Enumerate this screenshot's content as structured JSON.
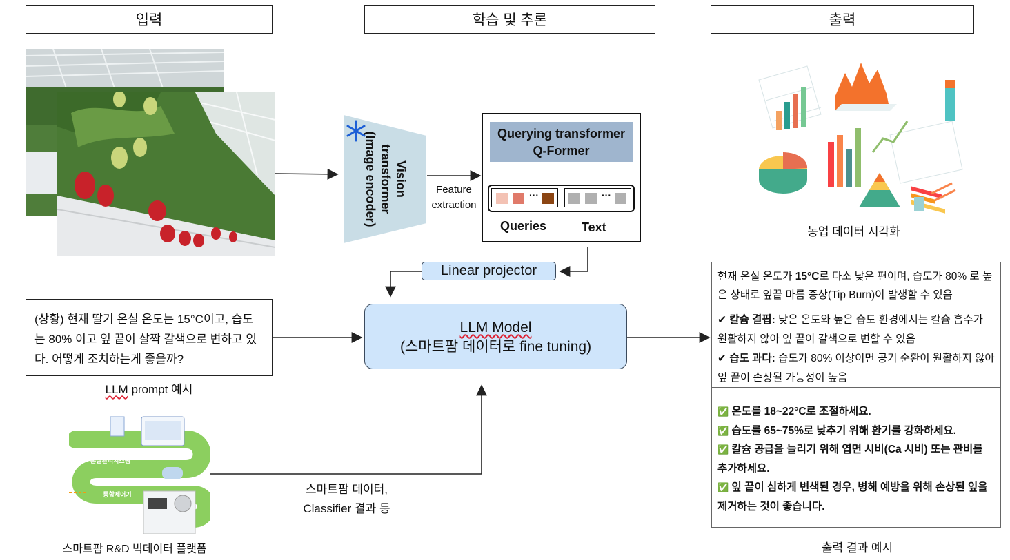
{
  "headers": {
    "input": "입력",
    "training": "학습 및 추론",
    "output": "출력"
  },
  "encoder": {
    "label_line1": "Vision",
    "label_line2": "transformer",
    "label_line3": "(Image encoder)",
    "frozen_icon": "snowflake-icon"
  },
  "feature_extraction": {
    "line1": "Feature",
    "line2": "extraction"
  },
  "qformer": {
    "title_line1": "Querying transformer",
    "title_line2": "Q-Former",
    "queries_label": "Queries",
    "text_label": "Text",
    "dots": "···"
  },
  "linear_projector": "Linear projector",
  "llm": {
    "line1": "LLM Model",
    "line2": "(스마트팜 데이터로 fine tuning)"
  },
  "prompt": {
    "text": "(상황) 현재 딸기 온실 온도는 15°C이고, 습도는 80% 이고 잎 끝이 살짝 갈색으로 변하고 있다. 어떻게 조치하는게 좋을까?",
    "caption_llm": "LLM",
    "caption_rest": " prompt 예시"
  },
  "platform": {
    "caption": "스마트팜 R&D 빅데이터 플랫폼",
    "label_system": "스마트\n온실관리시스템",
    "label_controller": "통합제어기"
  },
  "data_flow": {
    "line1": "스마트팜 데이터,",
    "line2": "Classifier 결과 등"
  },
  "visualization_caption": "농업 데이터 시각화",
  "output": {
    "section1": {
      "pre": "현재 온실 온도가 ",
      "bold": "15°C",
      "post": "로 다소 낮은 편이며, 습도가 80% 로 높은 상태로 잎끝 마름 증상(Tip Burn)이 발생할 수 있음"
    },
    "section2": [
      {
        "mark": "✔",
        "title": "칼슘 결핍:",
        "text": " 낮은 온도와 높은 습도 환경에서는 칼슘 흡수가 원활하지 않아 잎 끝이 갈색으로 변할 수 있음"
      },
      {
        "mark": "✔",
        "title": "습도 과다:",
        "text": " 습도가 80% 이상이면 공기 순환이 원활하지 않아 잎 끝이 손상될 가능성이 높음"
      }
    ],
    "section3": [
      {
        "mark": "✅",
        "text": "온도를 18~22°C로 조절하세요."
      },
      {
        "mark": "✅",
        "text": "습도를 65~75%로 낮추기 위해 환기를 강화하세요."
      },
      {
        "mark": "✅",
        "text": "칼슘 공급을 늘리기 위해 엽면 시비(Ca 시비) 또는 관비를 추가하세요."
      },
      {
        "mark": "✅",
        "text": "잎 끝이 심하게 변색된 경우, 병해 예방을 위해 손상된 잎을 제거하는 것이 좋습니다."
      }
    ],
    "caption": "출력 결과 예시"
  },
  "colors": {
    "llm_fill": "#cfe5fb",
    "qformer_header": "#9fb5ce",
    "encoder_fill": "#c9dde6",
    "token_queries": [
      "#f3c2b4",
      "#e07a6a",
      "#8b4513"
    ],
    "token_text": "#b0b0b0"
  }
}
